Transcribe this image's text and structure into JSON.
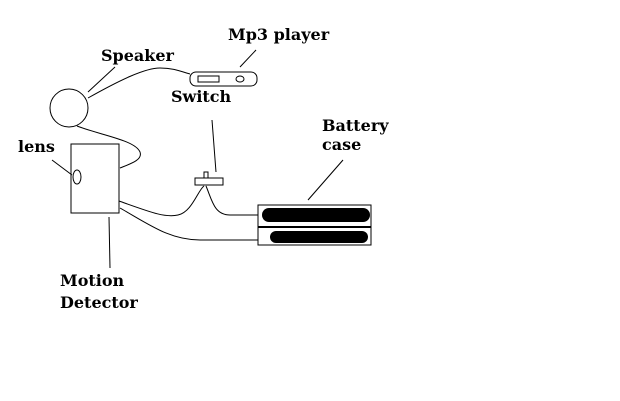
{
  "labels": {
    "speaker": "Speaker",
    "mp3_player": "Mp3 player",
    "switch": "Switch",
    "battery_case_line1": "Battery",
    "battery_case_line2": "case",
    "lens": "lens",
    "motion_detector_line1": "Motion",
    "motion_detector_line2": "Detector"
  }
}
